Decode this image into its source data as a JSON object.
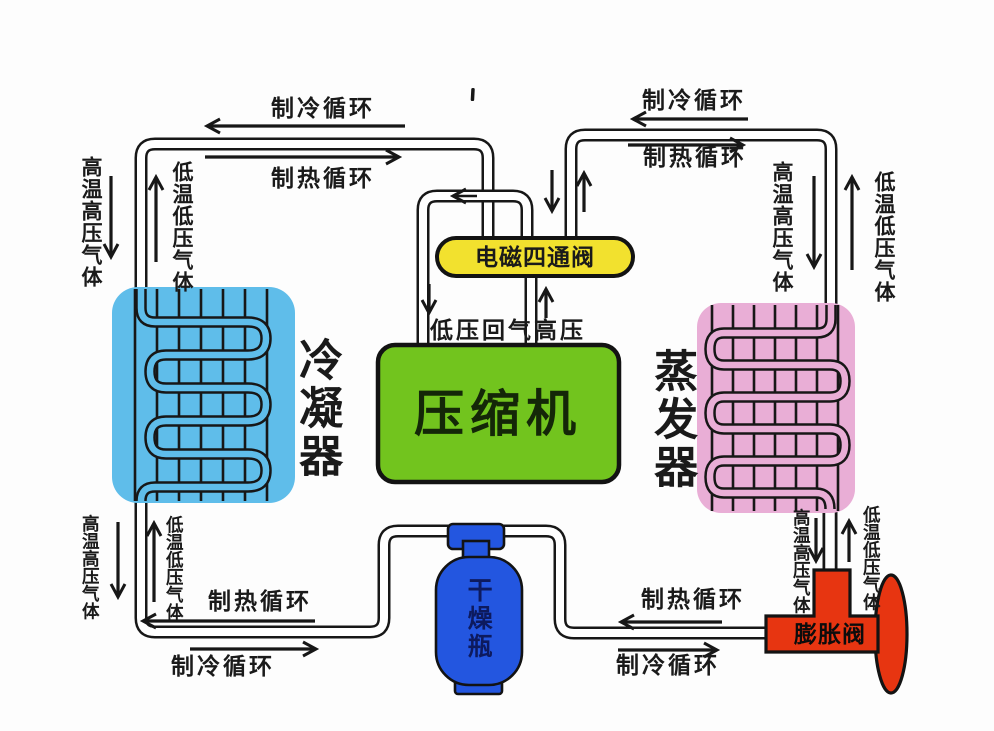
{
  "components": {
    "four_way_valve": {
      "label": "电磁四通阀",
      "color": "#f2e12e"
    },
    "compressor": {
      "label": "压缩机",
      "color": "#72c41e"
    },
    "condenser": {
      "label": "冷凝器",
      "color": "#5fbdea"
    },
    "evaporator": {
      "label": "蒸发器",
      "color": "#e9aed6"
    },
    "dryer_bottle": {
      "label": "干燥瓶",
      "color": "#2356e0"
    },
    "expansion_valve": {
      "label": "膨胀阀",
      "color": "#e73511"
    }
  },
  "flow_labels": {
    "cooling_cycle": "制冷循环",
    "heating_cycle": "制热循环",
    "high_temp_high_pressure_gas": "高温高压气体",
    "low_temp_low_pressure_gas": "低温低压气体",
    "low_pressure_return_high_pressure": "低压回气高压"
  }
}
